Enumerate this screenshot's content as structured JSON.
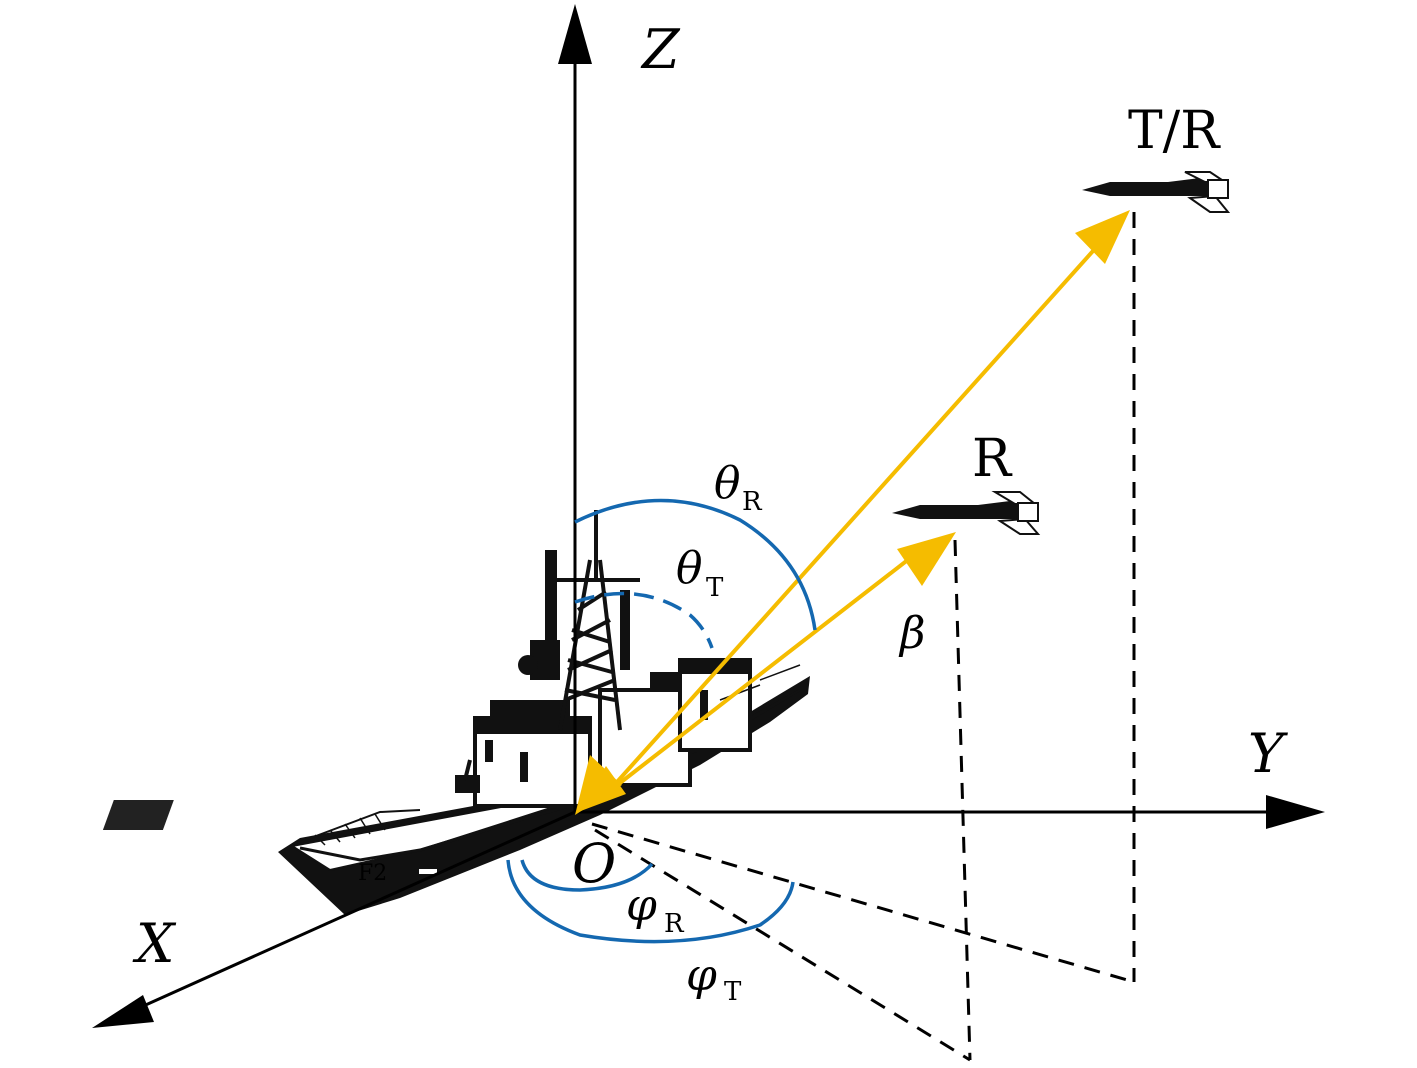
{
  "axes": {
    "z_label": "Z",
    "y_label": "Y",
    "x_label": "X",
    "origin_label": "O"
  },
  "nodes": {
    "transmitter_receiver": "T/R",
    "receiver": "R"
  },
  "angles": {
    "theta_r": {
      "symbol": "θ",
      "subscript": "R"
    },
    "theta_t": {
      "symbol": "θ",
      "subscript": "T"
    },
    "beta": {
      "symbol": "β"
    },
    "phi_r": {
      "symbol": "φ",
      "subscript": "R"
    },
    "phi_t": {
      "symbol": "φ",
      "subscript": "T"
    }
  },
  "hull_number": "F2",
  "colors": {
    "axis": "#000000",
    "beam": "#f5bc00",
    "angle_arc": "#1468b0",
    "projection": "#000000",
    "ship": "#111111"
  }
}
